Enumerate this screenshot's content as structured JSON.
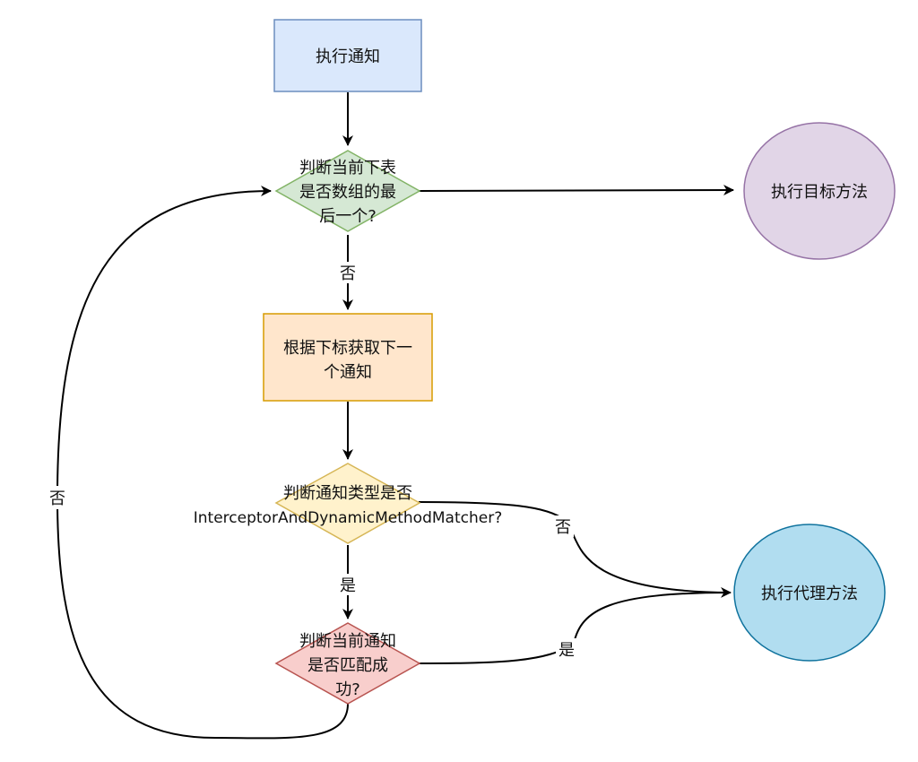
{
  "diagram": {
    "type": "flowchart",
    "nodes": {
      "execute_advice": {
        "shape": "rectangle",
        "lines": [
          "执行通知"
        ],
        "fill": "#dae8fc",
        "stroke": "#6c8ebf"
      },
      "check_last_index": {
        "shape": "diamond",
        "lines": [
          "判断当前下表",
          "是否数组的最",
          "后一个?"
        ],
        "fill": "#d5e8d4",
        "stroke": "#82b366"
      },
      "execute_target": {
        "shape": "ellipse",
        "lines": [
          "执行目标方法"
        ],
        "fill": "#e1d5e7",
        "stroke": "#9673a6"
      },
      "get_next_advice": {
        "shape": "rectangle",
        "lines": [
          "根据下标获取下一",
          "个通知"
        ],
        "fill": "#ffe6cc",
        "stroke": "#d79b00"
      },
      "check_advice_type": {
        "shape": "diamond",
        "lines": [
          "判断通知类型是否",
          "InterceptorAndDynamicMethodMatcher?"
        ],
        "fill": "#fff2cc",
        "stroke": "#d6b656"
      },
      "check_match": {
        "shape": "diamond",
        "lines": [
          "判断当前通知",
          "是否匹配成",
          "功?"
        ],
        "fill": "#f8cecc",
        "stroke": "#b85450"
      },
      "execute_proxy": {
        "shape": "ellipse",
        "lines": [
          "执行代理方法"
        ],
        "fill": "#b1ddf0",
        "stroke": "#10739e"
      }
    },
    "edges": {
      "advice_to_check_last": {
        "from": "execute_advice",
        "to": "check_last_index",
        "label": ""
      },
      "check_last_to_target": {
        "from": "check_last_index",
        "to": "execute_target",
        "label": ""
      },
      "check_last_to_next": {
        "from": "check_last_index",
        "to": "get_next_advice",
        "label": "否"
      },
      "next_to_check_type": {
        "from": "get_next_advice",
        "to": "check_advice_type",
        "label": ""
      },
      "check_type_to_match": {
        "from": "check_advice_type",
        "to": "check_match",
        "label": "是"
      },
      "check_type_to_proxy": {
        "from": "check_advice_type",
        "to": "execute_proxy",
        "label": "否"
      },
      "match_to_proxy": {
        "from": "check_match",
        "to": "execute_proxy",
        "label": "是"
      },
      "match_loop_back": {
        "from": "check_match",
        "to": "check_last_index",
        "label": "否"
      }
    }
  }
}
